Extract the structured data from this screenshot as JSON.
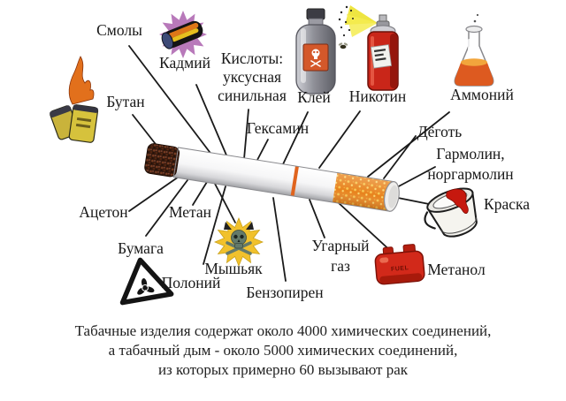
{
  "poster": {
    "type": "anti-smoking infographic",
    "language": "ru",
    "colors": {
      "background": "#ffffff",
      "line": "#1a1a1a",
      "text": "#181818",
      "filter_orange": "#e8831c",
      "ring_orange": "#e0641e",
      "burnt_tip_brown": "#33190e",
      "danger_red": "#c92619",
      "warning_yellow": "#f1c12c",
      "burst_purple": "#b06ab2"
    },
    "chemicals": [
      {
        "id": "tar",
        "label": "Смолы"
      },
      {
        "id": "cadmium",
        "label": "Кадмий",
        "icon": "battery-icon"
      },
      {
        "id": "butane",
        "label": "Бутан",
        "icon": "lighter-icon"
      },
      {
        "id": "acids",
        "lines": [
          "Кислоты:",
          "уксусная",
          "синильная"
        ]
      },
      {
        "id": "glue",
        "label": "Клей",
        "icon": "glue-bottle-icon"
      },
      {
        "id": "nicotine",
        "label": "Никотин",
        "icon": "spray-can-icon"
      },
      {
        "id": "ammonium",
        "label": "Аммоний",
        "icon": "flask-icon"
      },
      {
        "id": "hexamine",
        "label": "Гексамин"
      },
      {
        "id": "pitch",
        "label": "Дёготь"
      },
      {
        "id": "harmaline",
        "lines": [
          "Гармолин,",
          "норгармолин"
        ]
      },
      {
        "id": "paint",
        "label": "Краска",
        "icon": "paint-can-icon"
      },
      {
        "id": "carbon-monoxide",
        "lines": [
          "Угарный",
          "газ"
        ]
      },
      {
        "id": "methanol",
        "label": "Метанол",
        "icon": "fuel-can-icon"
      },
      {
        "id": "benzopyrene",
        "label": "Бензопирен"
      },
      {
        "id": "arsenic",
        "label": "Мышьяк",
        "icon": "skull-crossbones-icon"
      },
      {
        "id": "polonium",
        "label": "Полоний",
        "icon": "radiation-triangle-icon"
      },
      {
        "id": "paper",
        "label": "Бумага"
      },
      {
        "id": "methane",
        "label": "Метан"
      },
      {
        "id": "acetone",
        "label": "Ацетон"
      }
    ],
    "fuel_can_text": "FUEL",
    "footer": {
      "lines": [
        "Табачные изделия содержат около 4000 химических соединений,",
        "а табачный дым - около 5000 химических соединений,",
        "из которых примерно 60 вызывают рак"
      ]
    }
  }
}
